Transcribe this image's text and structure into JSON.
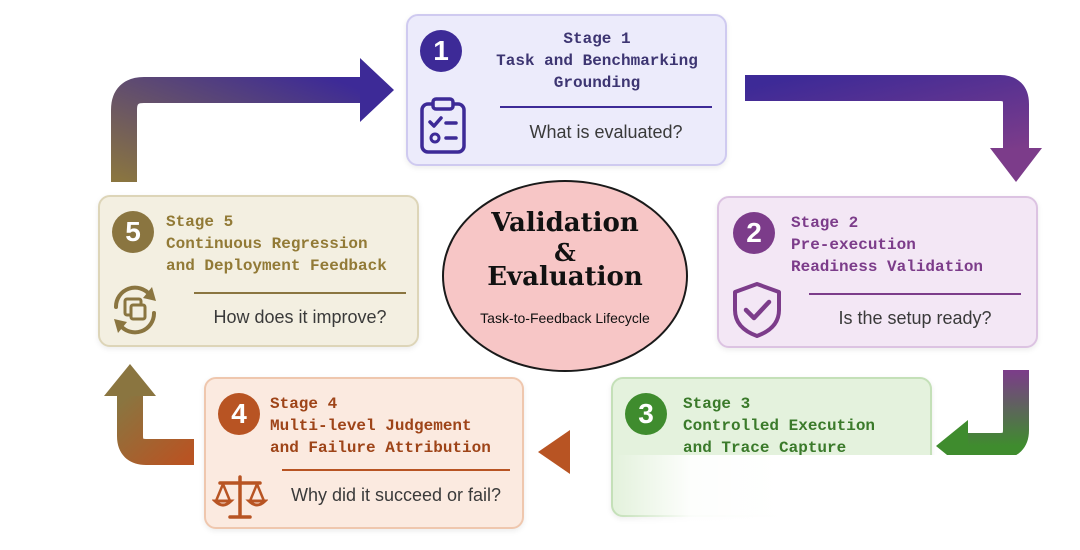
{
  "center": {
    "title_line1": "Validation",
    "title_line2": "&",
    "title_line3": "Evaluation",
    "subtitle": "Task-to-Feedback Lifecycle"
  },
  "stages": [
    {
      "number": "1",
      "label": "Stage 1",
      "title_line1": "Task and Benchmarking",
      "title_line2": "Grounding",
      "question": "What is evaluated?",
      "icon": "clipboard-checklist-icon",
      "color": "#3d2a97"
    },
    {
      "number": "2",
      "label": "Stage 2",
      "title_line1": "Pre-execution",
      "title_line2": "Readiness Validation",
      "question": "Is the setup ready?",
      "icon": "shield-check-icon",
      "color": "#7c3c8a"
    },
    {
      "number": "3",
      "label": "Stage 3",
      "title_line1": "Controlled Execution",
      "title_line2": "and Trace Capture",
      "question": "",
      "icon": "",
      "color": "#3f8c2e"
    },
    {
      "number": "4",
      "label": "Stage 4",
      "title_line1": "Multi-level Judgement",
      "title_line2": "and Failure Attribution",
      "question": "Why did it succeed or fail?",
      "icon": "balance-scale-icon",
      "color": "#b85423"
    },
    {
      "number": "5",
      "label": "Stage 5",
      "title_line1": "Continuous Regression",
      "title_line2": "and Deployment Feedback",
      "question": "How does it improve?",
      "icon": "refresh-cycle-icon",
      "color": "#8a7540"
    }
  ]
}
